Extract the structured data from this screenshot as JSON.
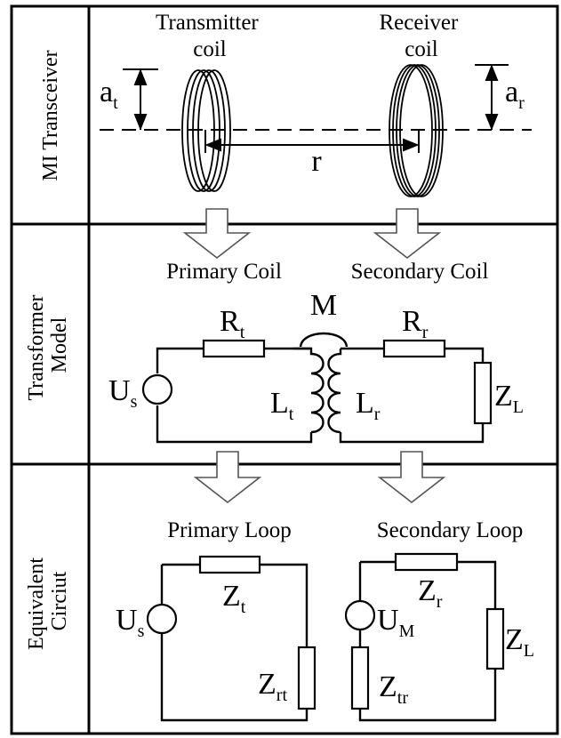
{
  "rows": [
    {
      "label": "MI Transceiver"
    },
    {
      "label_lines": [
        "Transformer",
        "Model"
      ]
    },
    {
      "label_lines": [
        "Equivalent",
        "Circiut"
      ]
    }
  ],
  "transceiver": {
    "transmitter_lines": [
      "Transmitter",
      "coil"
    ],
    "receiver_lines": [
      "Receiver",
      "coil"
    ],
    "a_t": {
      "base": "a",
      "sub": "t"
    },
    "a_r": {
      "base": "a",
      "sub": "r"
    },
    "distance": "r"
  },
  "transformer": {
    "primary": "Primary Coil",
    "secondary": "Secondary Coil",
    "mutual": "M",
    "R_t": {
      "base": "R",
      "sub": "t"
    },
    "R_r": {
      "base": "R",
      "sub": "r"
    },
    "L_t": {
      "base": "L",
      "sub": "t"
    },
    "L_r": {
      "base": "L",
      "sub": "r"
    },
    "U_s": {
      "base": "U",
      "sub": "s"
    },
    "Z_L": {
      "base": "Z",
      "sub": "L"
    }
  },
  "equivalent": {
    "primary": "Primary Loop",
    "secondary": "Secondary Loop",
    "Z_t": {
      "base": "Z",
      "sub": "t"
    },
    "Z_r": {
      "base": "Z",
      "sub": "r"
    },
    "Z_rt": {
      "base": "Z",
      "sub": "rt"
    },
    "Z_tr": {
      "base": "Z",
      "sub": "tr"
    },
    "U_s": {
      "base": "U",
      "sub": "s"
    },
    "U_M": {
      "base": "U",
      "sub": "M"
    },
    "Z_L": {
      "base": "Z",
      "sub": "L"
    }
  }
}
